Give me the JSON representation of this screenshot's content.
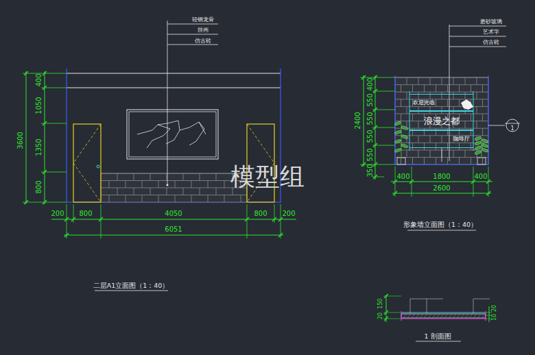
{
  "diagram": {
    "nodes": [
      {
        "text": [
          "欢迎光临"
        ]
      },
      {
        "text": [
          "浪漫之都"
        ]
      },
      {
        "text": [
          "咖啡厅"
        ]
      }
    ],
    "labels": [
      "轻钢龙骨",
      "挂画",
      "仿古砖",
      "400",
      "1050",
      "1350",
      "800",
      "3600",
      "200",
      "800",
      "4050",
      "800",
      "200",
      "6051",
      "二层A1立面图（1：40）",
      "模型组",
      "磨砂玻璃",
      "艺术字",
      "仿古砖",
      "2400",
      "400",
      "550",
      "550",
      "550",
      "550",
      "350",
      "400",
      "1800",
      "400",
      "2600",
      "1",
      "形象墙立面图（1：40）",
      "150",
      "20",
      "20",
      "10",
      "1 剖面图"
    ]
  }
}
